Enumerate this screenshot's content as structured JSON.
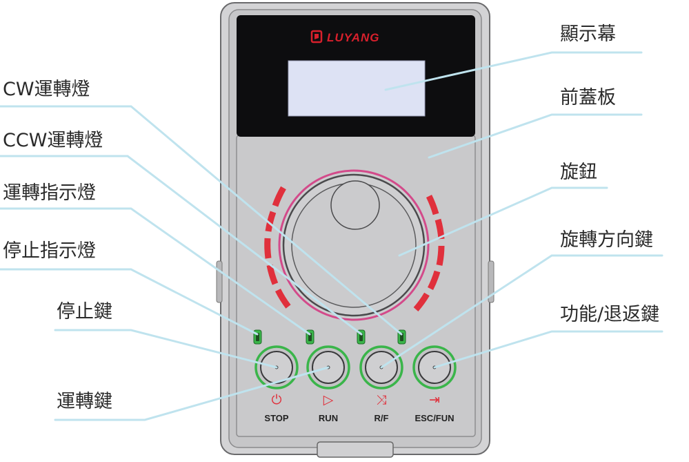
{
  "brand": {
    "logo_text": "LUYANG"
  },
  "callouts": {
    "display": "顯示幕",
    "front_cover": "前蓋板",
    "knob": "旋鈕",
    "direction_key": "旋轉方向鍵",
    "func_esc_key": "功能/退返鍵",
    "cw_led": "CW運轉燈",
    "ccw_led": "CCW運轉燈",
    "run_led": "運轉指示燈",
    "stop_led": "停止指示燈",
    "stop_key": "停止鍵",
    "run_key": "運轉鍵"
  },
  "keys": [
    {
      "id": "stop",
      "label": "STOP",
      "icon": "power-icon",
      "glyph": "⏻"
    },
    {
      "id": "run",
      "label": "RUN",
      "icon": "play-outline-icon",
      "glyph": "▷"
    },
    {
      "id": "rf",
      "label": "R/F",
      "icon": "shuffle-icon",
      "glyph": "⤨"
    },
    {
      "id": "escfun",
      "label": "ESC/FUN",
      "icon": "enter-icon",
      "glyph": "⇥"
    }
  ],
  "colors": {
    "accent_red": "#e0303c",
    "led_green": "#3ab54a",
    "leader_line": "#bfe3ee",
    "screen": "#dde2f4",
    "panel_dark": "#0d0d0f",
    "body_grey": "#c9c9cb"
  }
}
